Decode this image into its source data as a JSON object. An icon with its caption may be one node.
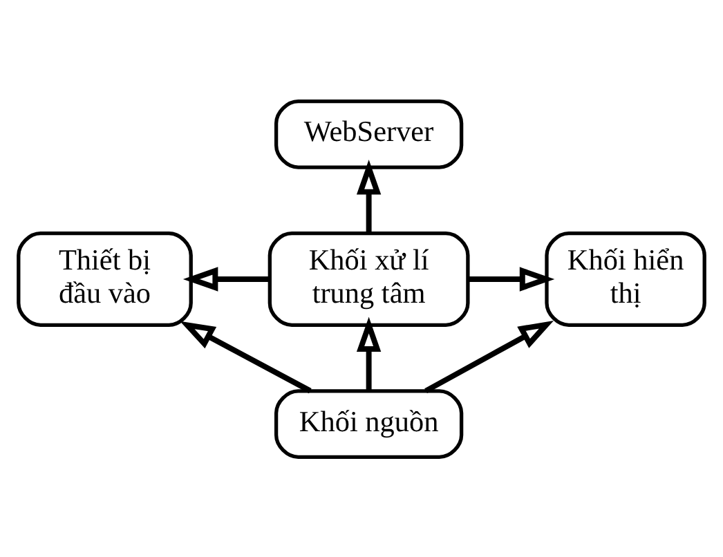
{
  "diagram": {
    "nodes": [
      {
        "text": [
          "WebServer"
        ]
      },
      {
        "text": [
          "Thiết bị đầu vào"
        ]
      },
      {
        "text": [
          "Khối xử lí trung tâm"
        ]
      },
      {
        "text": [
          "Khối hiển thị"
        ]
      },
      {
        "text": [
          "Khối nguồn"
        ]
      }
    ],
    "edges": [
      {
        "from": 2,
        "to": 0,
        "arrow": "to"
      },
      {
        "from": 2,
        "to": 1,
        "arrow": "to"
      },
      {
        "from": 2,
        "to": 3,
        "arrow": "to"
      },
      {
        "from": 4,
        "to": 2,
        "arrow": "to"
      },
      {
        "from": 4,
        "to": 1,
        "arrow": "to"
      },
      {
        "from": 4,
        "to": 3,
        "arrow": "to"
      }
    ]
  }
}
